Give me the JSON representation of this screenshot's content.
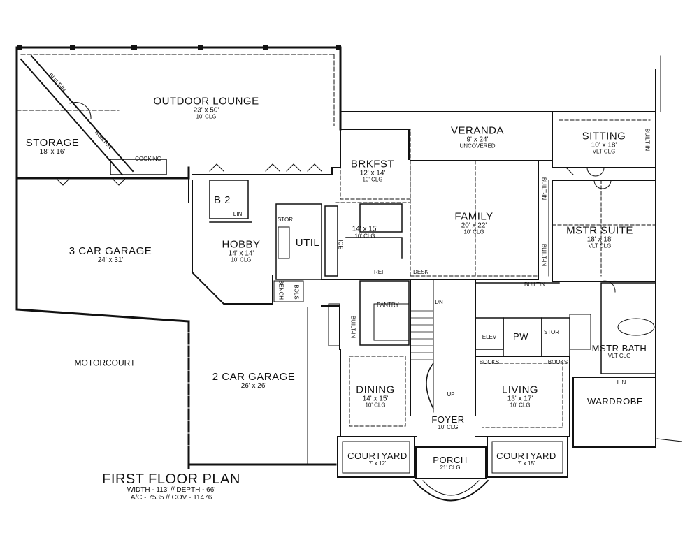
{
  "title_block": {
    "title": "FIRST FLOOR PLAN",
    "line1": "WIDTH - 113' // DEPTH - 66'",
    "line2": "A/C - 7535 // COV - 11476"
  },
  "rooms": {
    "outdoor_lounge": {
      "name": "OUTDOOR LOUNGE",
      "dim": "23' x 50'",
      "clg": "10' CLG"
    },
    "storage": {
      "name": "STORAGE",
      "dim": "18' x 16'"
    },
    "veranda": {
      "name": "VERANDA",
      "dim": "9' x 24'",
      "note": "UNCOVERED"
    },
    "sitting": {
      "name": "SITTING",
      "dim": "10' x 18'",
      "clg": "VLT CLG"
    },
    "brkfst": {
      "name": "BRKFST",
      "dim": "12' x 14'",
      "clg": "10' CLG"
    },
    "family": {
      "name": "FAMILY",
      "dim": "20' x 22'",
      "clg": "10' CLG"
    },
    "mstr_suite": {
      "name": "MSTR SUITE",
      "dim": "18' x 18'",
      "clg": "VLT CLG"
    },
    "kitchen": {
      "dim": "14' x 15'",
      "clg": "10' CLG"
    },
    "three_car_garage": {
      "name": "3 CAR GARAGE",
      "dim": "24' x 31'"
    },
    "hobby": {
      "name": "HOBBY",
      "dim": "14' x 14'",
      "clg": "10' CLG"
    },
    "util": {
      "name": "UTIL"
    },
    "b2": {
      "name": "B 2"
    },
    "motorcourt": {
      "name": "MOTORCOURT"
    },
    "two_car_garage": {
      "name": "2 CAR GARAGE",
      "dim": "26' x 26'"
    },
    "dining": {
      "name": "DINING",
      "dim": "14' x 15'",
      "clg": "10' CLG"
    },
    "living": {
      "name": "LIVING",
      "dim": "13' x 17'",
      "clg": "10' CLG"
    },
    "foyer": {
      "name": "FOYER",
      "clg": "10' CLG"
    },
    "pw": {
      "name": "PW"
    },
    "elev": {
      "name": "ELEV"
    },
    "mstr_bath": {
      "name": "MSTR BATH",
      "clg": "VLT CLG"
    },
    "wardrobe": {
      "name": "WARDROBE"
    },
    "courtyard_left": {
      "name": "COURTYARD",
      "dim": "7' x 12'"
    },
    "courtyard_right": {
      "name": "COURTYARD",
      "dim": "7' x 15'"
    },
    "porch": {
      "name": "PORCH",
      "clg": "21' CLG"
    },
    "pantry": {
      "name": "PANTRY"
    }
  },
  "notes": {
    "cooking": "COOKING",
    "built_in": "BUILT-IN",
    "built_in_ns": "BUILTIN",
    "stor": "STOR",
    "lin": "LIN",
    "desk": "DESK",
    "ref": "REF",
    "dn": "DN",
    "up": "UP",
    "books": "BOOKS",
    "bench": "BENCH",
    "bols": "BOLS",
    "ice": "ICE"
  }
}
